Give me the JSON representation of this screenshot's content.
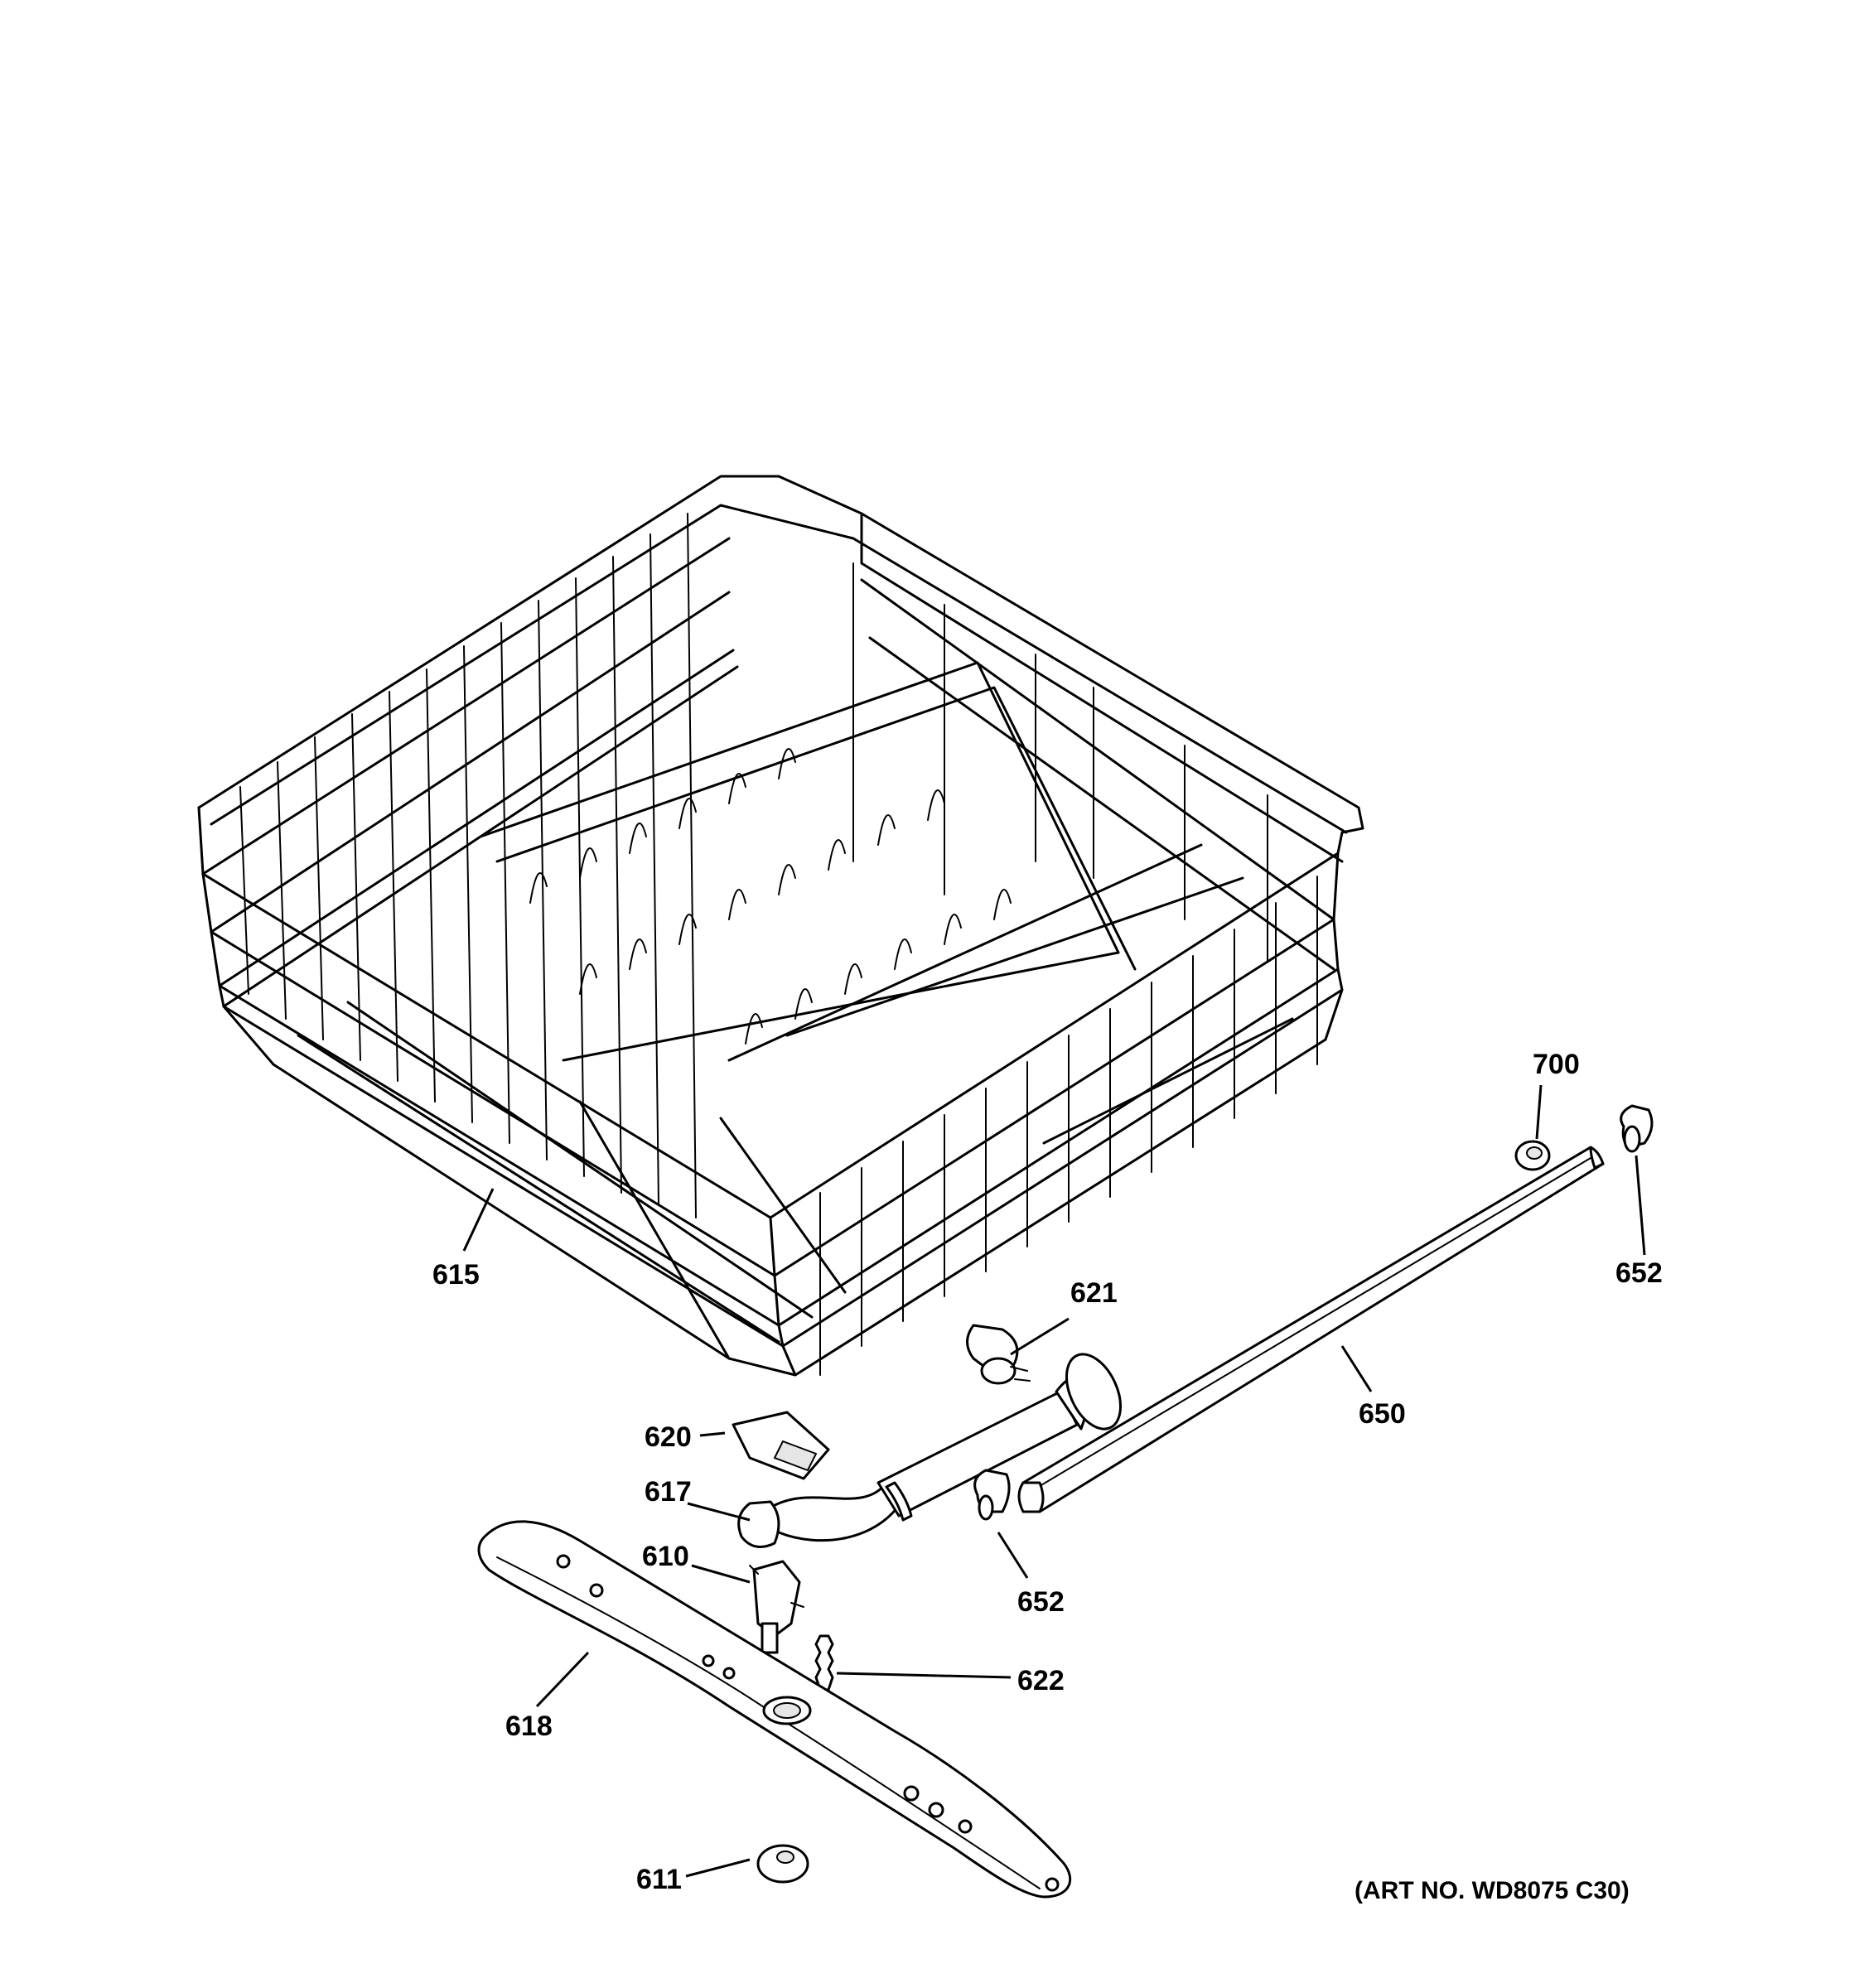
{
  "callouts": {
    "c615": "615",
    "c621": "621",
    "c620": "620",
    "c617": "617",
    "c610": "610",
    "c618": "618",
    "c611": "611",
    "c622": "622",
    "c652a": "652",
    "c652b": "652",
    "c650": "650",
    "c700": "700"
  },
  "art_number": "(ART NO. WD8075 C30)"
}
